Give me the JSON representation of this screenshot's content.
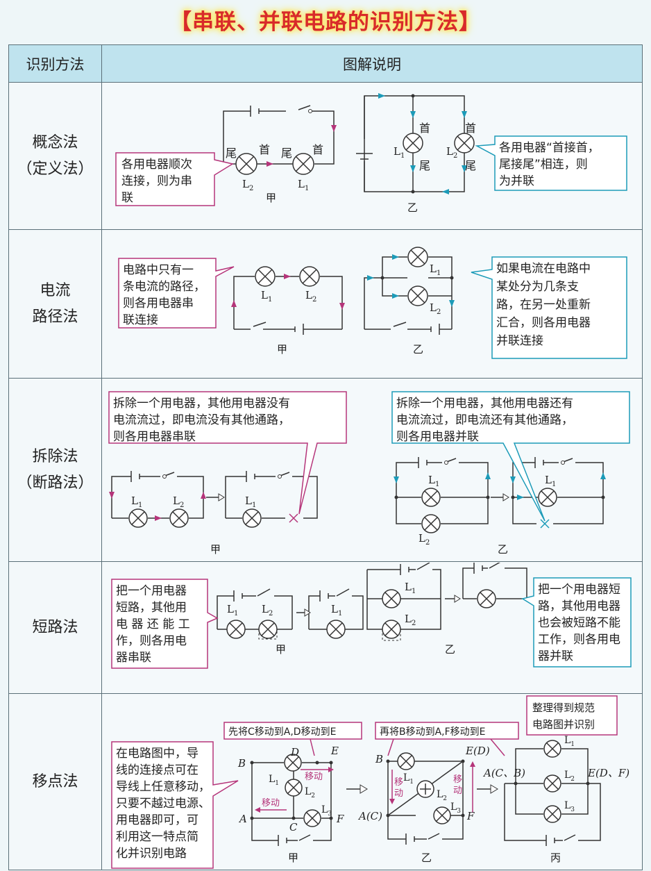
{
  "title": "【串联、并联电路的识别方法】",
  "header": {
    "method": "识别方法",
    "diagram": "图解说明"
  },
  "rows": [
    {
      "method_lines": [
        "概念法",
        "（定义法）"
      ],
      "series_note_lines": [
        "各用电器顺次",
        "连接，则为串",
        "联"
      ],
      "parallel_note_lines": [
        "各用电器“首接首，",
        "尾接尾”相连，则",
        "为并联"
      ],
      "head": "首",
      "tail": "尾",
      "l1": "L",
      "l2": "L",
      "sub1": "1",
      "sub2": "2",
      "cap_a": "甲",
      "cap_b": "乙"
    },
    {
      "method_lines": [
        "电流",
        "路径法"
      ],
      "series_note_lines": [
        "电路中只有一",
        "条电流的路径，",
        "则各用电器串",
        "联连接"
      ],
      "parallel_note_lines": [
        "如果电流在电路中",
        "某处分为几条支",
        "路，在另一处重新",
        "汇合，则各用电器",
        "并联连接"
      ],
      "cap_a": "甲",
      "cap_b": "乙"
    },
    {
      "method_lines": [
        "拆除法",
        "（断路法）"
      ],
      "series_note_lines": [
        "拆除一个用电器，其他用电器没有",
        "电流流过，即电流没有其他通路，",
        "则各用电器串联"
      ],
      "parallel_note_lines": [
        "拆除一个用电器，其他用电器还有",
        "电流流过，即电流还有其他通路，",
        "则各用电器并联"
      ],
      "cap_a": "甲",
      "cap_b": "乙"
    },
    {
      "method_lines": [
        "短路法"
      ],
      "series_note_lines": [
        "把一个用电器",
        "短路，其他用",
        "电 器 还 能 工",
        "作，则各用电",
        "器串联"
      ],
      "parallel_note_lines": [
        "把一个用电器短",
        "路，其他用电器",
        "也会被短路不能",
        "工作，则各用电",
        "器并联"
      ],
      "cap_a": "甲",
      "cap_b": "乙"
    },
    {
      "method_lines": [
        "移点法"
      ],
      "note_lines": [
        "在电路图中，导",
        "线的连接点可在",
        "导线上任意移动，",
        "只要不越过电源、",
        "用电器即可，可",
        "利用这一特点简",
        "化并识别电路"
      ],
      "step1": "先将C移动到A,D移动到E",
      "step2": "再将B移动到A,F移动到E",
      "step3_lines": [
        "整理得到规范",
        "电路图并识别"
      ],
      "move": "移动",
      "move_v": [
        "移",
        "动"
      ],
      "nodes": {
        "A": "A",
        "B": "B",
        "C": "C",
        "D": "D",
        "E": "E",
        "F": "F",
        "AC": "A(C)",
        "ED": "E(D)",
        "ACB": "A(C、B)",
        "EDF": "E(D、F)"
      },
      "cap_a": "甲",
      "cap_b": "乙",
      "cap_c": "丙"
    }
  ],
  "colors": {
    "title": "#d82a2a",
    "series": "#b5357a",
    "parallel": "#1c9bb8",
    "header_bg": "#bfe3ee"
  }
}
